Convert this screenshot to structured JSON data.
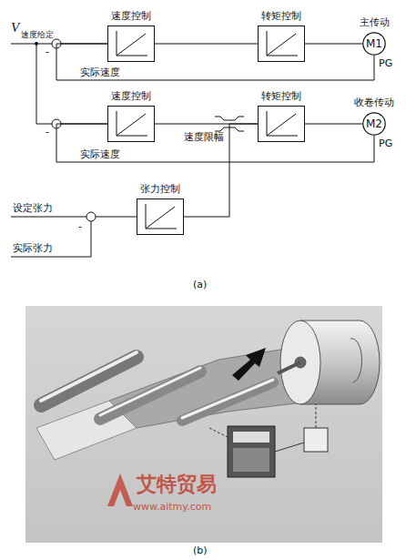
{
  "diagram": {
    "nodes": [
      {
        "text": [
          "速度控制"
        ]
      },
      {
        "text": [
          "转矩控制"
        ]
      },
      {
        "text": [
          "主传动",
          "M1"
        ]
      },
      {
        "text": [
          "速度控制"
        ]
      },
      {
        "text": [
          "转矩控制"
        ]
      },
      {
        "text": [
          "收卷传动",
          "M2"
        ]
      },
      {
        "text": [
          "张力控制"
        ]
      }
    ],
    "edges": [
      {
        "from": 0,
        "to": 1,
        "arrow": "none"
      },
      {
        "from": 1,
        "to": 2,
        "arrow": "none"
      },
      {
        "from": 2,
        "to": 0,
        "label": "实际速度",
        "arrow": "none"
      },
      {
        "from": 3,
        "to": 4,
        "arrow": "none"
      },
      {
        "from": 4,
        "to": 5,
        "arrow": "none"
      },
      {
        "from": 5,
        "to": 3,
        "label": "实际速度",
        "arrow": "none"
      },
      {
        "from": 6,
        "to": 4,
        "arrow": "none"
      }
    ],
    "labels": [
      "V",
      "速度给定",
      "-",
      "PG",
      "-",
      "PG",
      "速度限幅",
      "设定张力",
      "-",
      "实际张力",
      "(a)",
      "艾特贸易",
      "www.aitmy.com",
      "(b)"
    ]
  }
}
